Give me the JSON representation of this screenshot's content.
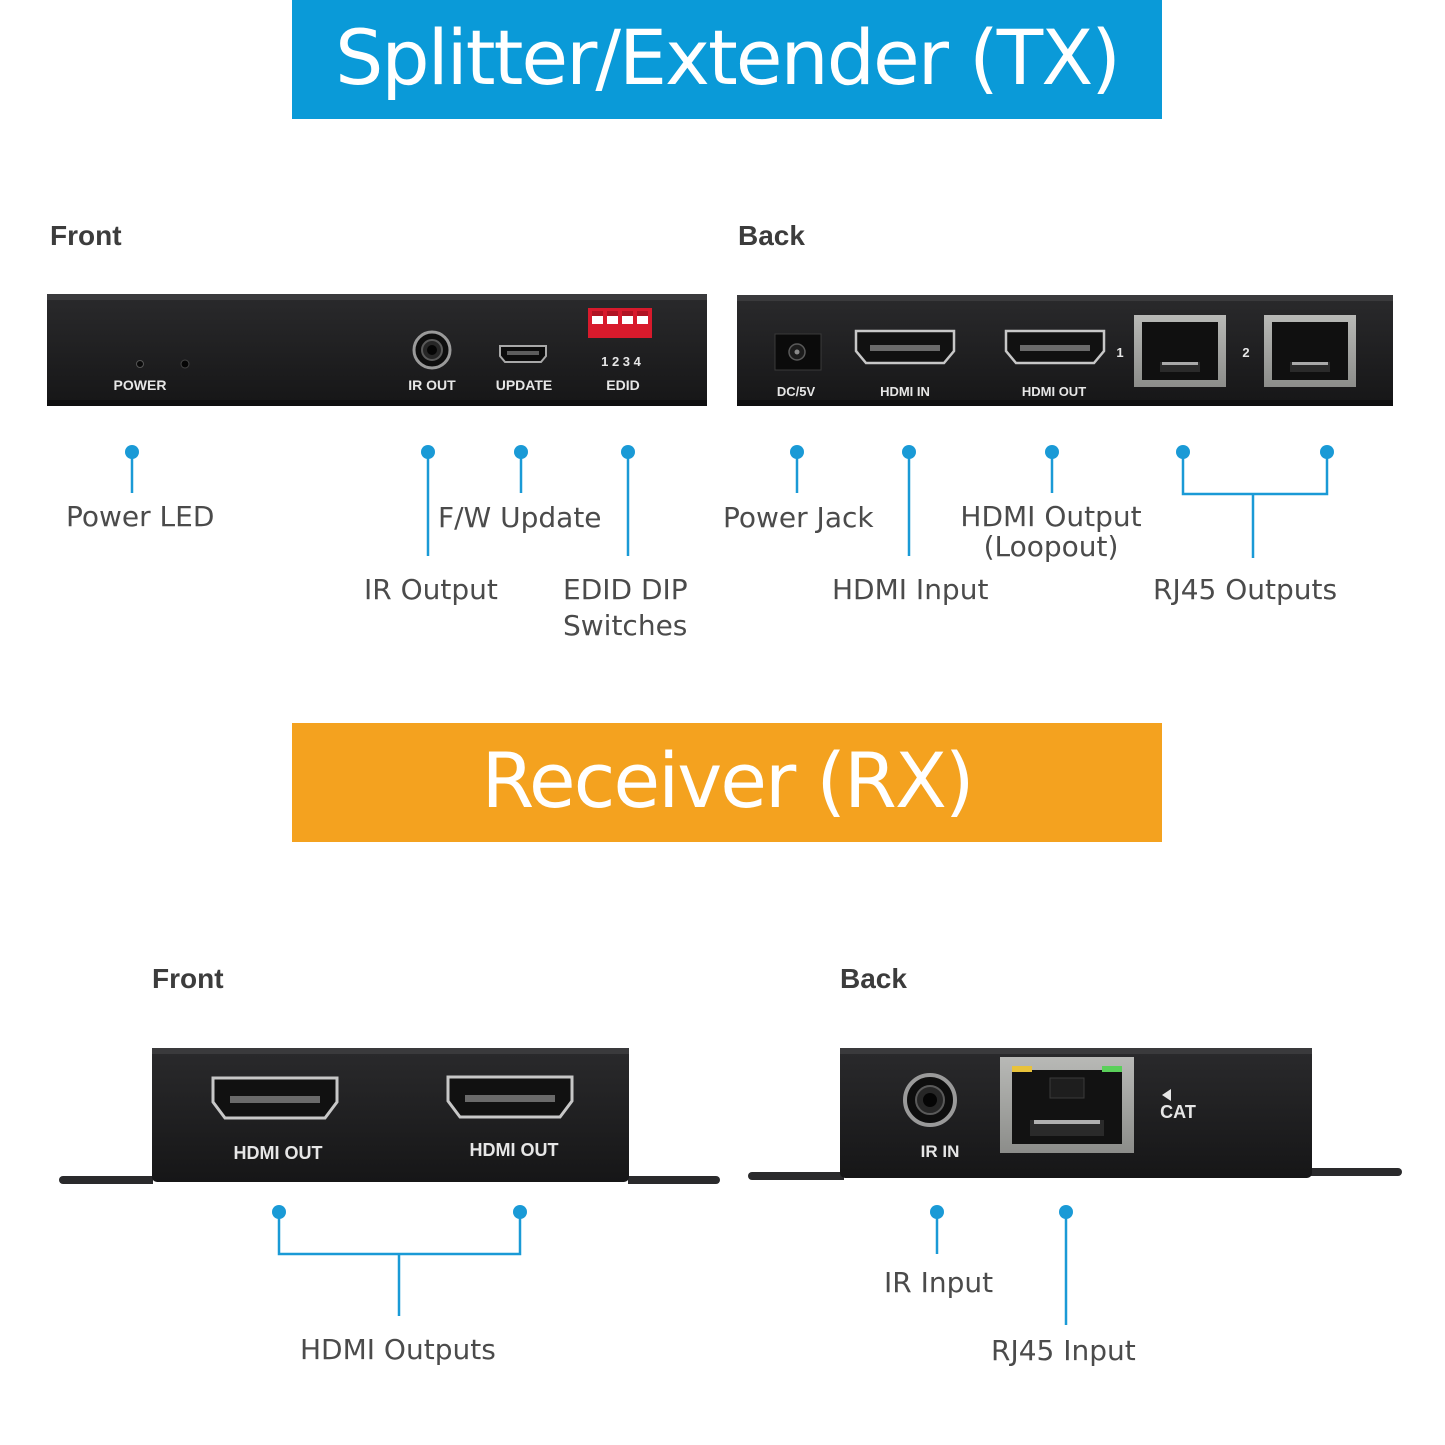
{
  "tx": {
    "banner": "Splitter/Extender (TX)",
    "front": {
      "heading": "Front",
      "panel": {
        "power": "POWER",
        "ir_out": "IR OUT",
        "update": "UPDATE",
        "dip_numbers": "1 2 3 4",
        "edid": "EDID"
      },
      "callouts": {
        "power_led": "Power LED",
        "ir_output": "IR Output",
        "fw_update": "F/W Update",
        "edid_dip_line1": "EDID DIP",
        "edid_dip_line2": "Switches"
      }
    },
    "back": {
      "heading": "Back",
      "panel": {
        "dc": "DC/5V",
        "hdmi_in": "HDMI IN",
        "hdmi_out": "HDMI OUT",
        "port1": "1",
        "port2": "2"
      },
      "callouts": {
        "power_jack": "Power Jack",
        "hdmi_input": "HDMI Input",
        "hdmi_output_line1": "HDMI Output",
        "hdmi_output_line2": "(Loopout)",
        "rj45_outputs": "RJ45 Outputs"
      }
    }
  },
  "rx": {
    "banner": "Receiver (RX)",
    "front": {
      "heading": "Front",
      "panel": {
        "hdmi_out_1": "HDMI OUT",
        "hdmi_out_2": "HDMI OUT"
      },
      "callouts": {
        "hdmi_outputs": "HDMI Outputs"
      }
    },
    "back": {
      "heading": "Back",
      "panel": {
        "ir_in": "IR IN",
        "cat": "CAT"
      },
      "callouts": {
        "ir_input": "IR Input",
        "rj45_input": "RJ45 Input"
      }
    }
  },
  "colors": {
    "tx_banner": "#0a9ad8",
    "rx_banner": "#f4a21f",
    "callout_line": "#1a9ad6",
    "device": "#1f1f21",
    "dip_switch": "#e0182c"
  }
}
